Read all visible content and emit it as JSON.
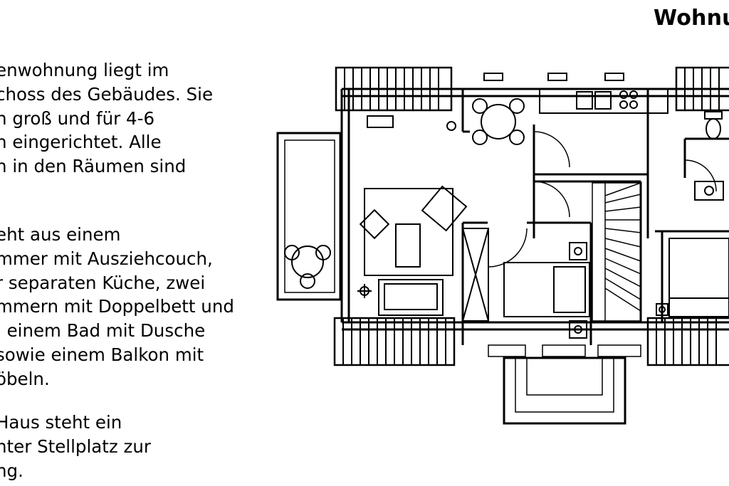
{
  "heading": "Wohnu",
  "paragraphs": [
    {
      "lines": [
        "enwohnung liegt im",
        "choss des Gebäudes. Sie",
        "n groß und für 4-6",
        "n eingerichtet. Alle",
        "n in den Räumen sind"
      ]
    },
    {
      "lines": [
        "eht aus einem",
        "mmer mit Ausziehcouch,",
        "r separaten Küche, zwei",
        "mmern mit Doppelbett und",
        ", einem Bad mit Dusche",
        "sowie einem Balkon mit",
        "öbeln."
      ]
    },
    {
      "lines": [
        " Haus steht ein",
        "nter Stellplatz zur",
        "ng."
      ]
    }
  ],
  "floor_plan": {
    "line_color": "#000000",
    "fill_color": "#ffffff"
  }
}
